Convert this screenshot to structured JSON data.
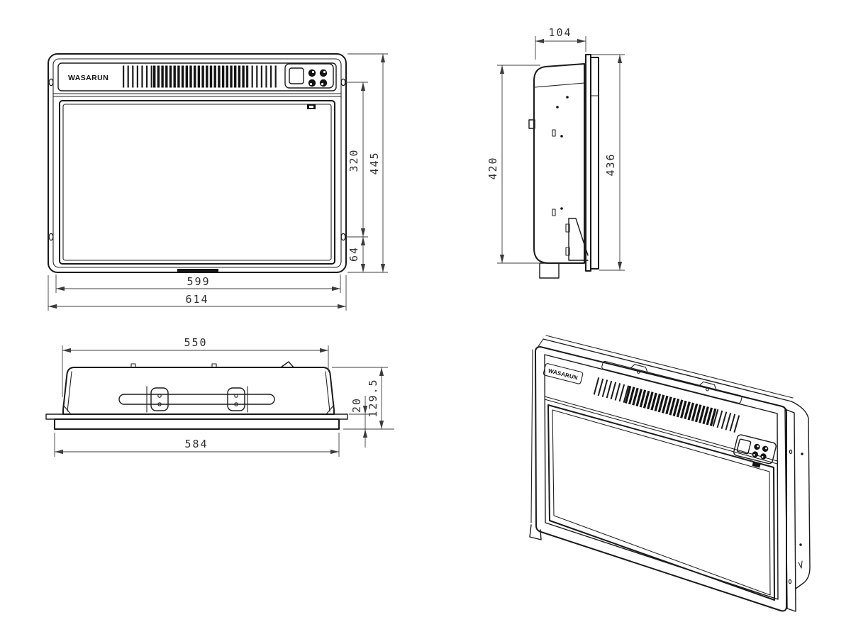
{
  "brand": "WASARUN",
  "dimensions": {
    "front": {
      "inner_width": "599",
      "outer_width": "614",
      "overall_height": "445",
      "hole_spacing": "320",
      "hole_to_bottom": "64"
    },
    "side": {
      "depth": "104",
      "body_height": "420",
      "overall_height": "436"
    },
    "top": {
      "body_width": "550",
      "flange_width": "584",
      "flange_thickness": "20",
      "overall_depth": "129.5"
    }
  }
}
